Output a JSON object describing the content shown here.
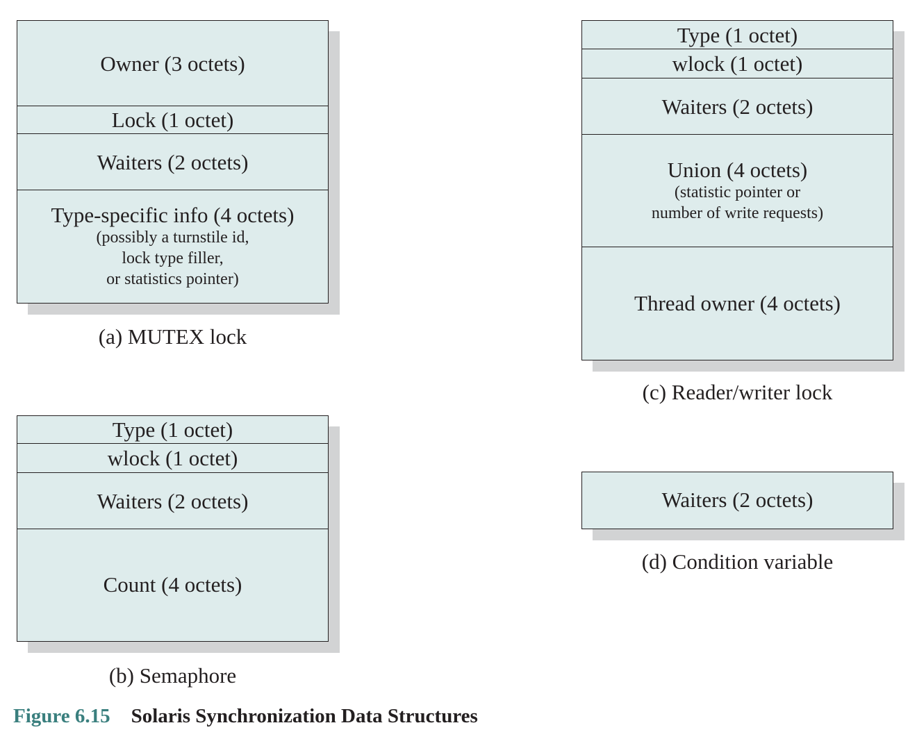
{
  "mutex": {
    "owner": "Owner (3 octets)",
    "lock": "Lock (1 octet)",
    "waiters": "Waiters (2 octets)",
    "type_info": "Type-specific info (4 octets)",
    "type_info_note_1": "(possibly a turnstile id,",
    "type_info_note_2": "lock type filler,",
    "type_info_note_3": "or statistics pointer)",
    "caption": "(a) MUTEX lock"
  },
  "semaphore": {
    "type": "Type (1 octet)",
    "wlock": "wlock (1 octet)",
    "waiters": "Waiters (2 octets)",
    "count": "Count (4 octets)",
    "caption": "(b) Semaphore"
  },
  "rwlock": {
    "type": "Type (1 octet)",
    "wlock": "wlock (1 octet)",
    "waiters": "Waiters (2 octets)",
    "union": "Union (4 octets)",
    "union_note_1": "(statistic pointer or",
    "union_note_2": "number of write requests)",
    "thread_owner": "Thread owner (4 octets)",
    "caption": "(c) Reader/writer lock"
  },
  "condvar": {
    "waiters": "Waiters (2 octets)",
    "caption": "(d) Condition variable"
  },
  "figure": {
    "number": "Figure 6.15",
    "title": "Solaris Synchronization Data Structures"
  },
  "colors": {
    "box_fill": "#deecec",
    "shadow": "#d2d3d4",
    "border": "#231f20",
    "figure_number": "#3a7f7e"
  }
}
